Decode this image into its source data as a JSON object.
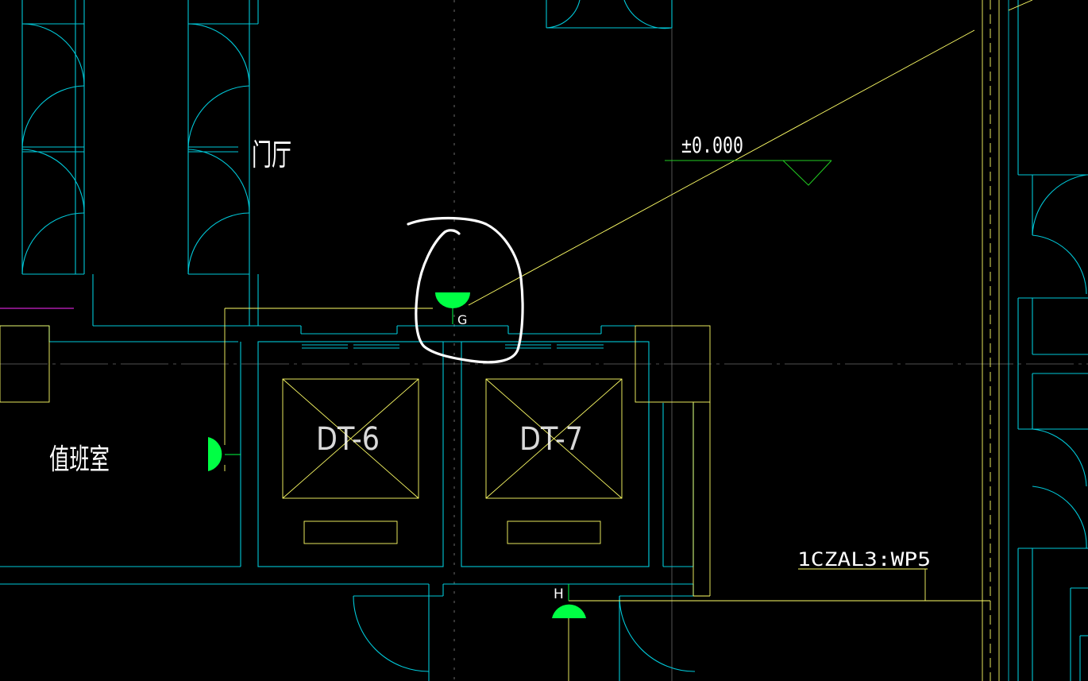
{
  "labels": {
    "lobby": "门厅",
    "duty_room": "值班室",
    "elevator_6": "DT-6",
    "elevator_7": "DT-7",
    "elevation": "±0.000",
    "circuit": "1CZAL3:WP5",
    "fixture_g": "G",
    "fixture_h": "H"
  },
  "colors": {
    "background": "#000000",
    "wall": "#00c8d8",
    "annotation": "#ffff66",
    "text": "#ffffff",
    "fixture": "#00ff44",
    "level_mark": "#22cc22",
    "markup": "#ffffff",
    "accent": "#cc22cc",
    "grid": "#6a6a6a"
  }
}
